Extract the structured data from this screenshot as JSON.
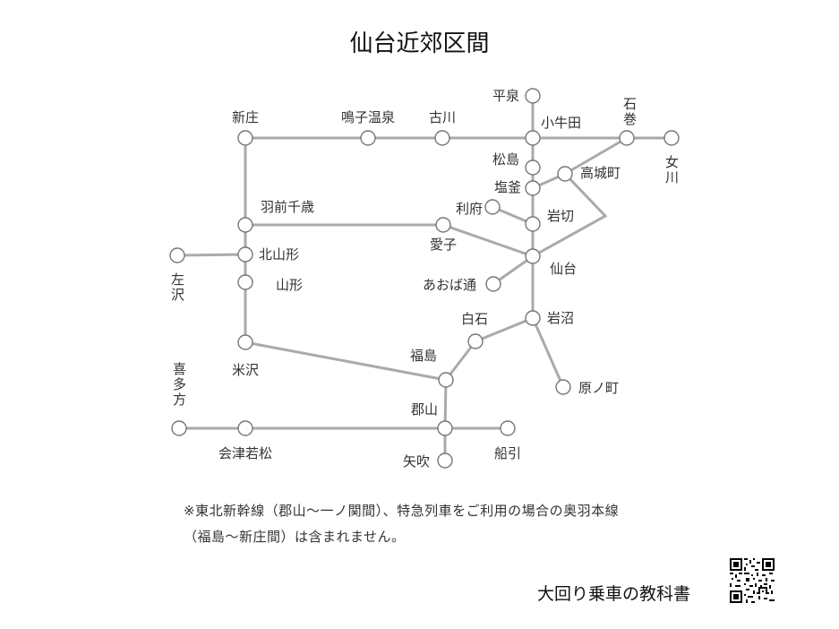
{
  "title": "仙台近郊区間",
  "stations": {
    "hiraizumi": "平泉",
    "kogota": "小牛田",
    "ishinomaki": "石巻",
    "onagawa": "女川",
    "shinjo": "新庄",
    "narugo_onsen": "鳴子温泉",
    "furukawa": "古川",
    "matsushima": "松島",
    "shiogama": "塩釜",
    "takagi_machi": "高城町",
    "rifu": "利府",
    "iwakiri": "岩切",
    "ushu_chitose": "羽前千歳",
    "ayashi": "愛子",
    "kita_yamagata": "北山形",
    "sendai": "仙台",
    "aoba_dori": "あおば通",
    "sazawa": "左沢",
    "yamagata": "山形",
    "iwanuma": "岩沼",
    "shiroishi": "白石",
    "haranomachi": "原ノ町",
    "yonezawa": "米沢",
    "fukushima": "福島",
    "kitakata": "喜多方",
    "koriyama": "郡山",
    "aizu_wakamatsu": "会津若松",
    "funehiki": "船引",
    "yabuki": "矢吹"
  },
  "note": {
    "line1": "※東北新幹線（郡山〜一ノ関間）、特急列車をご利用の場合の奥羽本線",
    "line2": "（福島〜新庄間）は含まれません。"
  },
  "brand": "大回り乗車の教科書",
  "qr_icon": "qr-code-icon",
  "colors": {
    "line": "#aaaaaa",
    "station_border": "#777777"
  }
}
